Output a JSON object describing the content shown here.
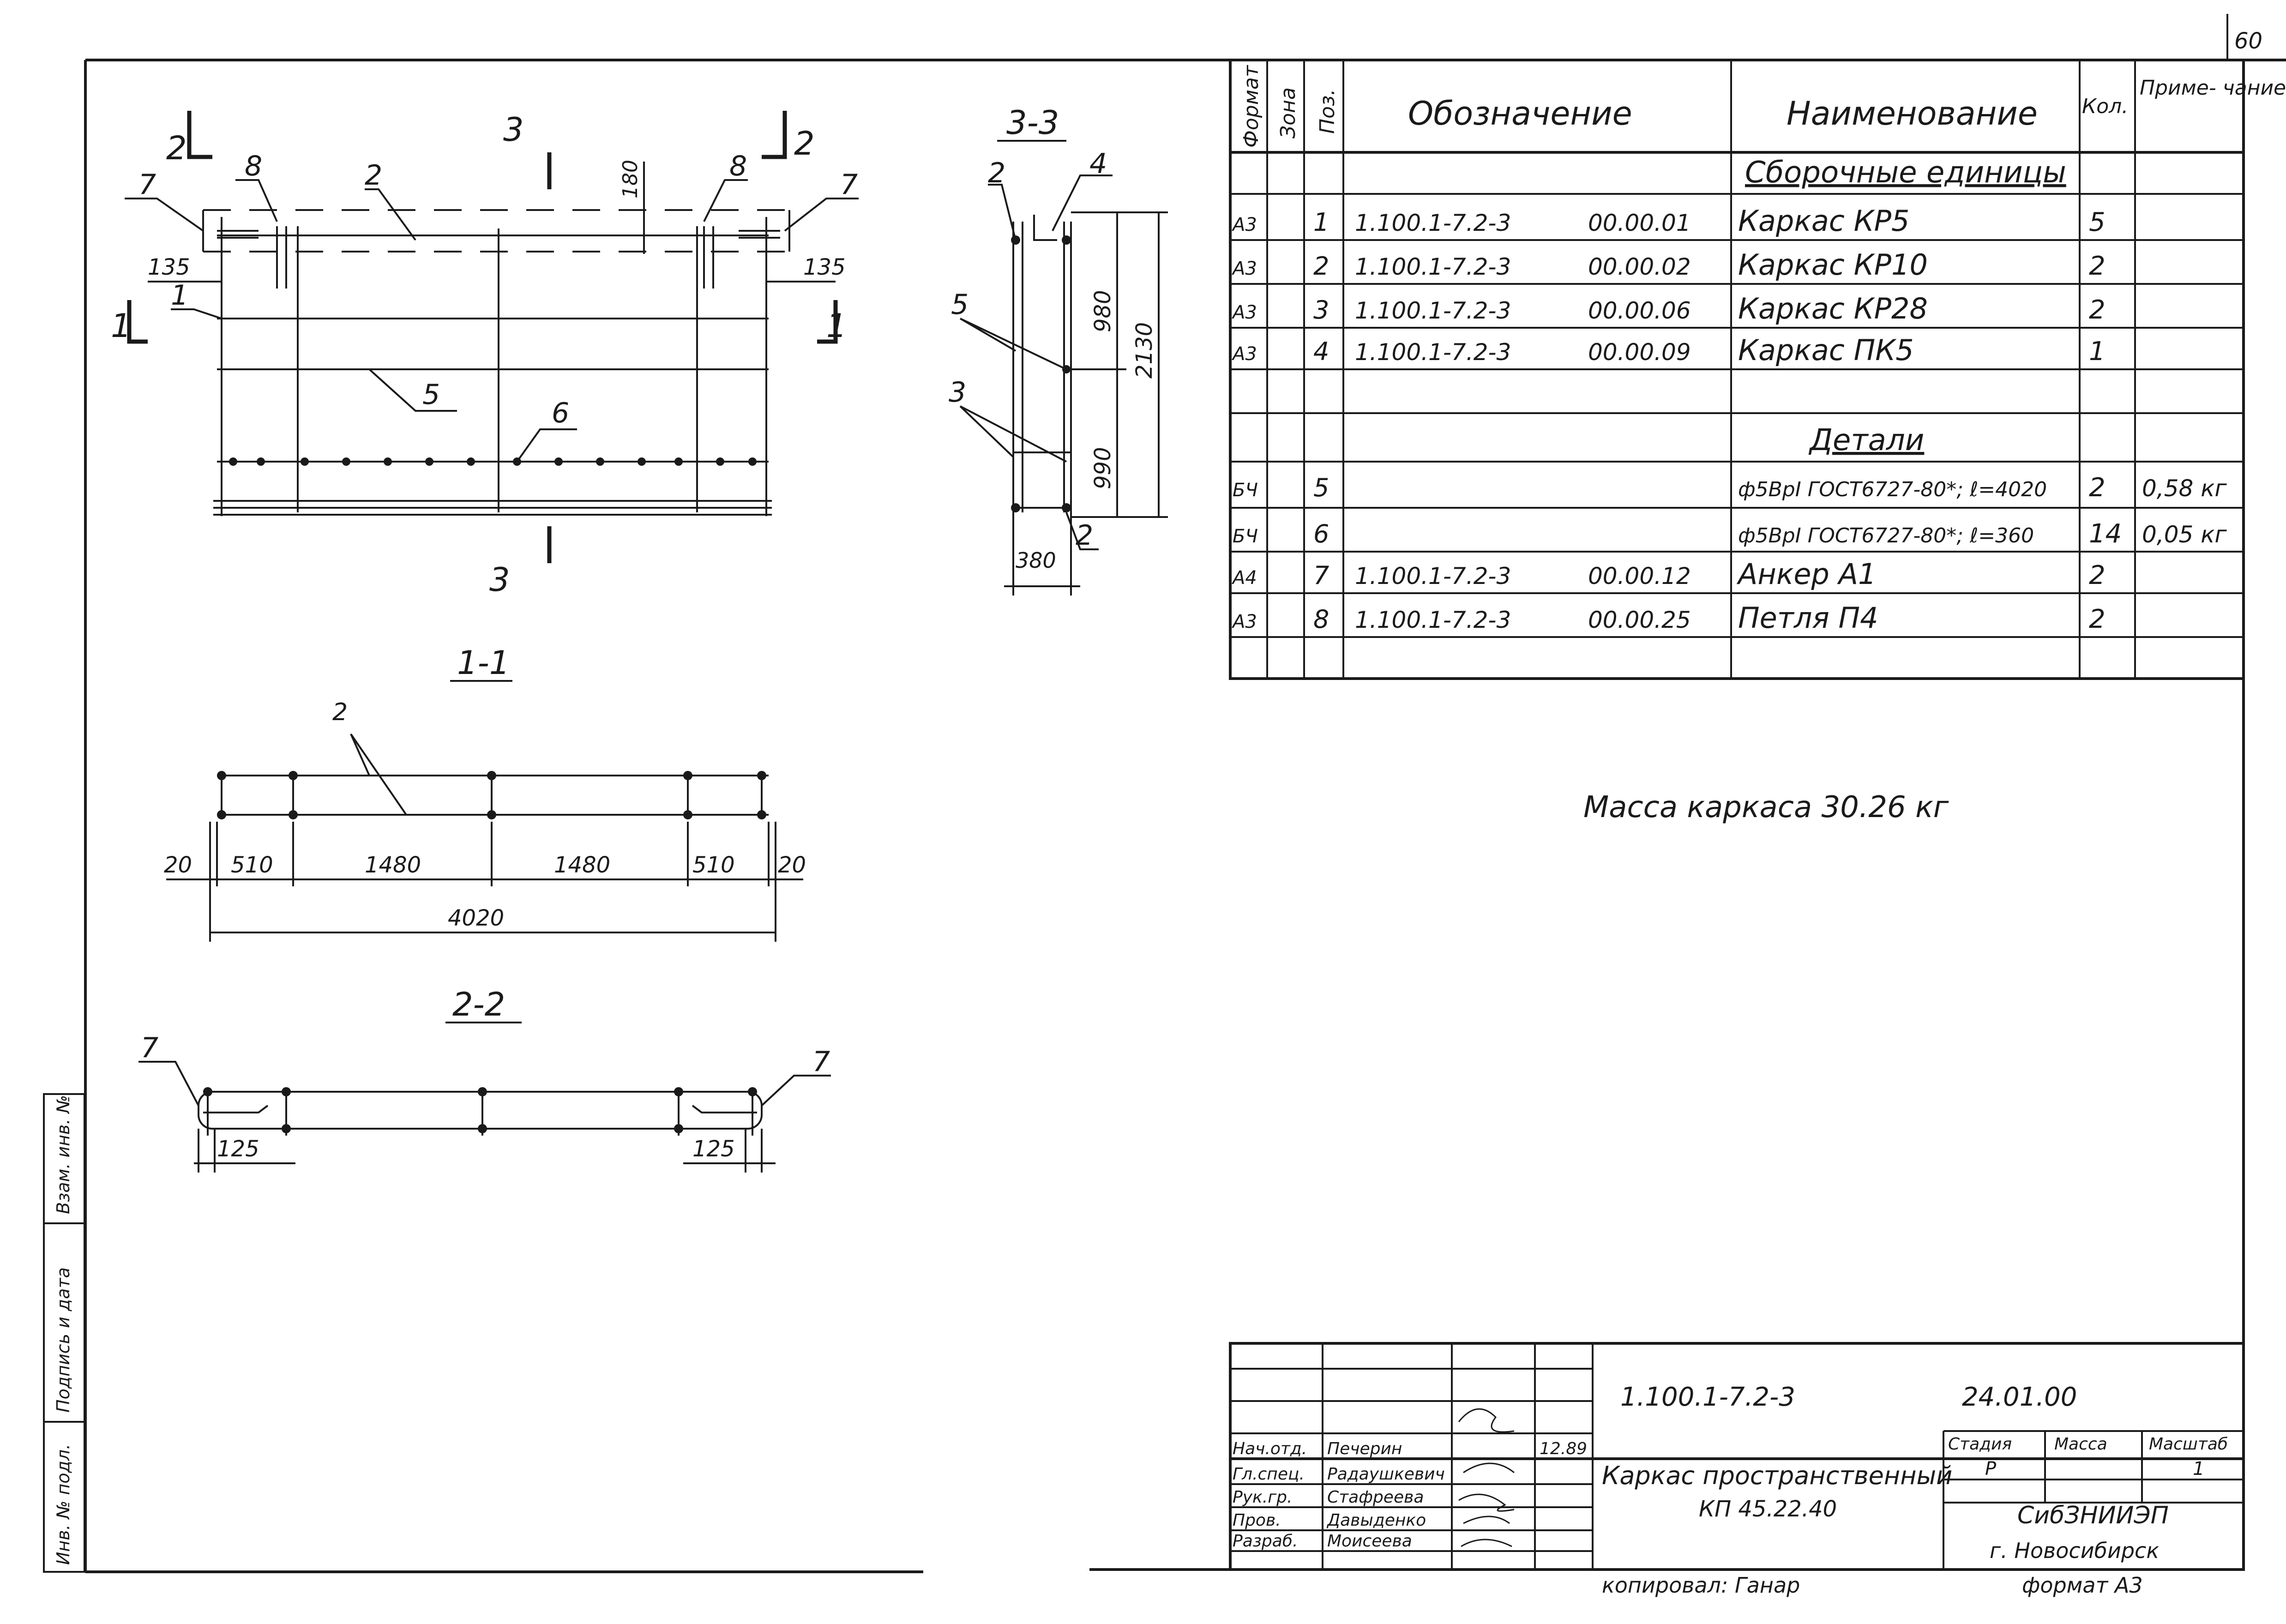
{
  "sheet": {
    "page_number": "60",
    "stamp_inv": "Инв. № подл.",
    "stamp_sign": "Подпись и дата",
    "stamp_replace": "Взам. инв. №",
    "copied_by": "копировал: Ганар",
    "format": "формат А3"
  },
  "elevation": {
    "labels": {
      "sec2_left": "2",
      "sec2_right": "2",
      "sec3_top": "3",
      "sec3_bottom": "3",
      "sec1_left": "1",
      "sec1_right": "1",
      "pos7_left": "7",
      "pos8_left": "8",
      "pos2": "2",
      "pos8_right": "8",
      "pos7_right": "7",
      "pos1": "1",
      "pos5": "5",
      "pos6": "6",
      "dim180": "180",
      "dim135_left": "135",
      "dim135_right": "135"
    }
  },
  "section_3_3": {
    "title": "3-3",
    "labels": {
      "pos2_top": "2",
      "pos4": "4",
      "pos5": "5",
      "pos3": "3",
      "pos2_bottom": "2",
      "dim980": "980",
      "dim990": "990",
      "dim2130": "2130",
      "dim380": "380"
    }
  },
  "section_1_1": {
    "title": "1-1",
    "labels": {
      "pos2": "2",
      "d20a": "20",
      "d510a": "510",
      "d1480a": "1480",
      "d1480b": "1480",
      "d510b": "510",
      "d20b": "20",
      "total": "4020"
    }
  },
  "section_2_2": {
    "title": "2-2",
    "labels": {
      "pos7_left": "7",
      "pos7_right": "7",
      "d125_left": "125",
      "d125_right": "125"
    }
  },
  "spec": {
    "headers": {
      "format": "Формат",
      "zone": "Зона",
      "pos": "Поз.",
      "designation": "Обозначение",
      "name": "Наименование",
      "qty": "Кол.",
      "note": "Приме- чание"
    },
    "group_assemblies": "Сборочные единицы",
    "group_details": "Детали",
    "rows": [
      {
        "format": "А3",
        "pos": "1",
        "doc": "1.100.1-7.2-3",
        "code": "00.00.01",
        "name": "Каркас КР5",
        "qty": "5",
        "note": ""
      },
      {
        "format": "А3",
        "pos": "2",
        "doc": "1.100.1-7.2-3",
        "code": "00.00.02",
        "name": "Каркас КР10",
        "qty": "2",
        "note": ""
      },
      {
        "format": "А3",
        "pos": "3",
        "doc": "1.100.1-7.2-3",
        "code": "00.00.06",
        "name": "Каркас КР28",
        "qty": "2",
        "note": ""
      },
      {
        "format": "А3",
        "pos": "4",
        "doc": "1.100.1-7.2-3",
        "code": "00.00.09",
        "name": "Каркас ПК5",
        "qty": "1",
        "note": ""
      },
      {
        "format": "БЧ",
        "pos": "5",
        "doc": "",
        "code": "",
        "name": "ф5ВрI ГОСТ6727-80*; ℓ=4020",
        "qty": "2",
        "note": "0,58 кг"
      },
      {
        "format": "БЧ",
        "pos": "6",
        "doc": "",
        "code": "",
        "name": "ф5ВрI ГОСТ6727-80*; ℓ=360",
        "qty": "14",
        "note": "0,05 кг"
      },
      {
        "format": "А4",
        "pos": "7",
        "doc": "1.100.1-7.2-3",
        "code": "00.00.12",
        "name": "Анкер А1",
        "qty": "2",
        "note": ""
      },
      {
        "format": "А3",
        "pos": "8",
        "doc": "1.100.1-7.2-3",
        "code": "00.00.25",
        "name": "Петля П4",
        "qty": "2",
        "note": ""
      }
    ]
  },
  "mass_note": "Масса каркаса 30.26 кг",
  "title_block": {
    "doc_number": "1.100.1-7.2-3",
    "doc_suffix": "24.01.00",
    "title_line1": "Каркас пространственный",
    "title_line2": "КП 45.22.40",
    "stage_h": "Стадия",
    "mass_h": "Масса",
    "scale_h": "Масштаб",
    "stage": "Р",
    "mass": "",
    "scale": "1",
    "org": "СибЗНИИЭП",
    "city": "г. Новосибирск",
    "date": "12.89",
    "roles": [
      {
        "role": "Нач.отд.",
        "name": "Печерин"
      },
      {
        "role": "Гл.спец.",
        "name": "Радаушкевич"
      },
      {
        "role": "Рук.гр.",
        "name": "Стафреева"
      },
      {
        "role": "Пров.",
        "name": "Давыденко"
      },
      {
        "role": "Разраб.",
        "name": "Моисеева"
      }
    ]
  }
}
